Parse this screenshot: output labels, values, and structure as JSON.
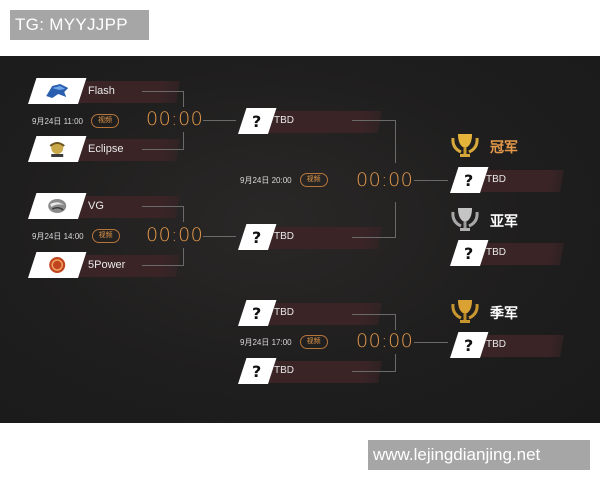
{
  "watermarks": {
    "top": "TG: MYYJJPP",
    "bottom": "www.lejingdianjing.net"
  },
  "colors": {
    "accent": "#e3984a",
    "panel_bg": "#1e1d1d",
    "slot_bar": "#3a2426",
    "gold": "#d7a83a",
    "silver": "#bdbdbd"
  },
  "video_label": "视频",
  "round1": {
    "match1": {
      "team1": {
        "name": "Flash",
        "logo": "flash-logo"
      },
      "team2": {
        "name": "Eclipse",
        "logo": "eclipse-logo"
      },
      "date": "9月24日 11:00",
      "score": "00:00"
    },
    "match2": {
      "team1": {
        "name": "VG",
        "logo": "vg-logo"
      },
      "team2": {
        "name": "5Power",
        "logo": "5power-logo"
      },
      "date": "9月24日 14:00",
      "score": "00:00"
    }
  },
  "semifinal": {
    "team1": {
      "name": "TBD",
      "logo": "?"
    },
    "team2": {
      "name": "TBD",
      "logo": "?"
    },
    "date": "9月24日 20:00",
    "score": "00:00"
  },
  "third_place_match": {
    "team1": {
      "name": "TBD",
      "logo": "?"
    },
    "team2": {
      "name": "TBD",
      "logo": "?"
    },
    "date": "9月24日 17:00",
    "score": "00:00"
  },
  "results": {
    "champion": {
      "label": "冠军",
      "name": "TBD",
      "logo": "?"
    },
    "runner_up": {
      "label": "亚军",
      "name": "TBD",
      "logo": "?"
    },
    "third": {
      "label": "季军",
      "name": "TBD",
      "logo": "?"
    }
  }
}
